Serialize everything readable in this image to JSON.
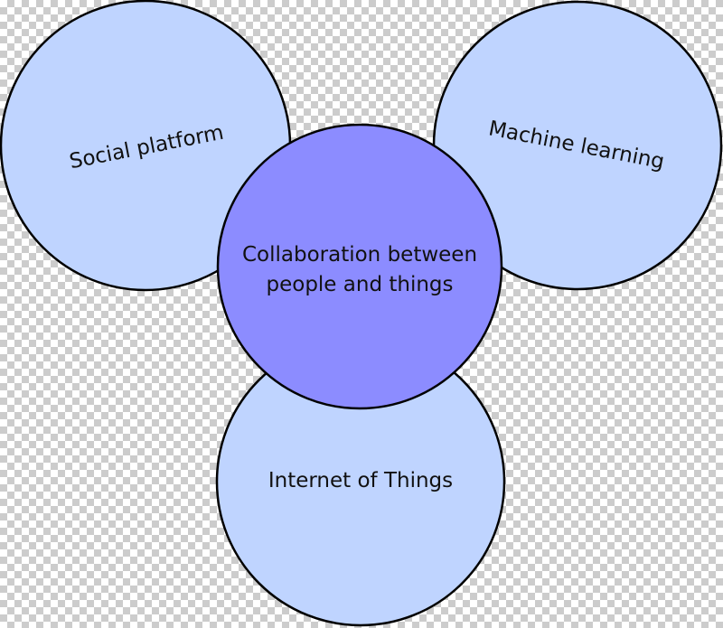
{
  "diagram": {
    "center": {
      "label_line1": "Collaboration between",
      "label_line2": "people and things"
    },
    "top_left": {
      "label": "Social platform"
    },
    "top_right": {
      "label": "Machine learning"
    },
    "bottom": {
      "label": "Internet of Things"
    }
  },
  "colors": {
    "outer_fill": "#bfd4ff",
    "center_fill": "#8c8cff",
    "stroke": "#000000"
  }
}
